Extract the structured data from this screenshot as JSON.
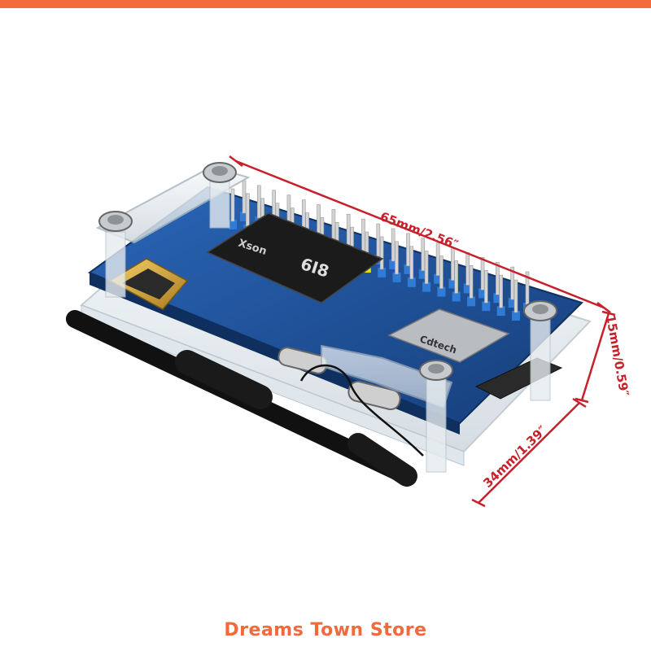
{
  "colors": {
    "accent": "#f26a3c",
    "dimension": "#c8202a",
    "board": "#1f4e96",
    "acrylic": "#e8eef2",
    "pins": "#d4d4d4",
    "connector": "#d9a93a",
    "chip": "#1b1b1b",
    "antenna": "#111111"
  },
  "dimensions": {
    "length": "65mm/2.56″",
    "width": "34mm/1.39″",
    "height": "15mm/0.59″"
  },
  "store": {
    "name": "Dreams Town Store"
  },
  "board": {
    "soc_text": "6I8",
    "brand_text": "Xson",
    "module_text": "Cdtech"
  }
}
